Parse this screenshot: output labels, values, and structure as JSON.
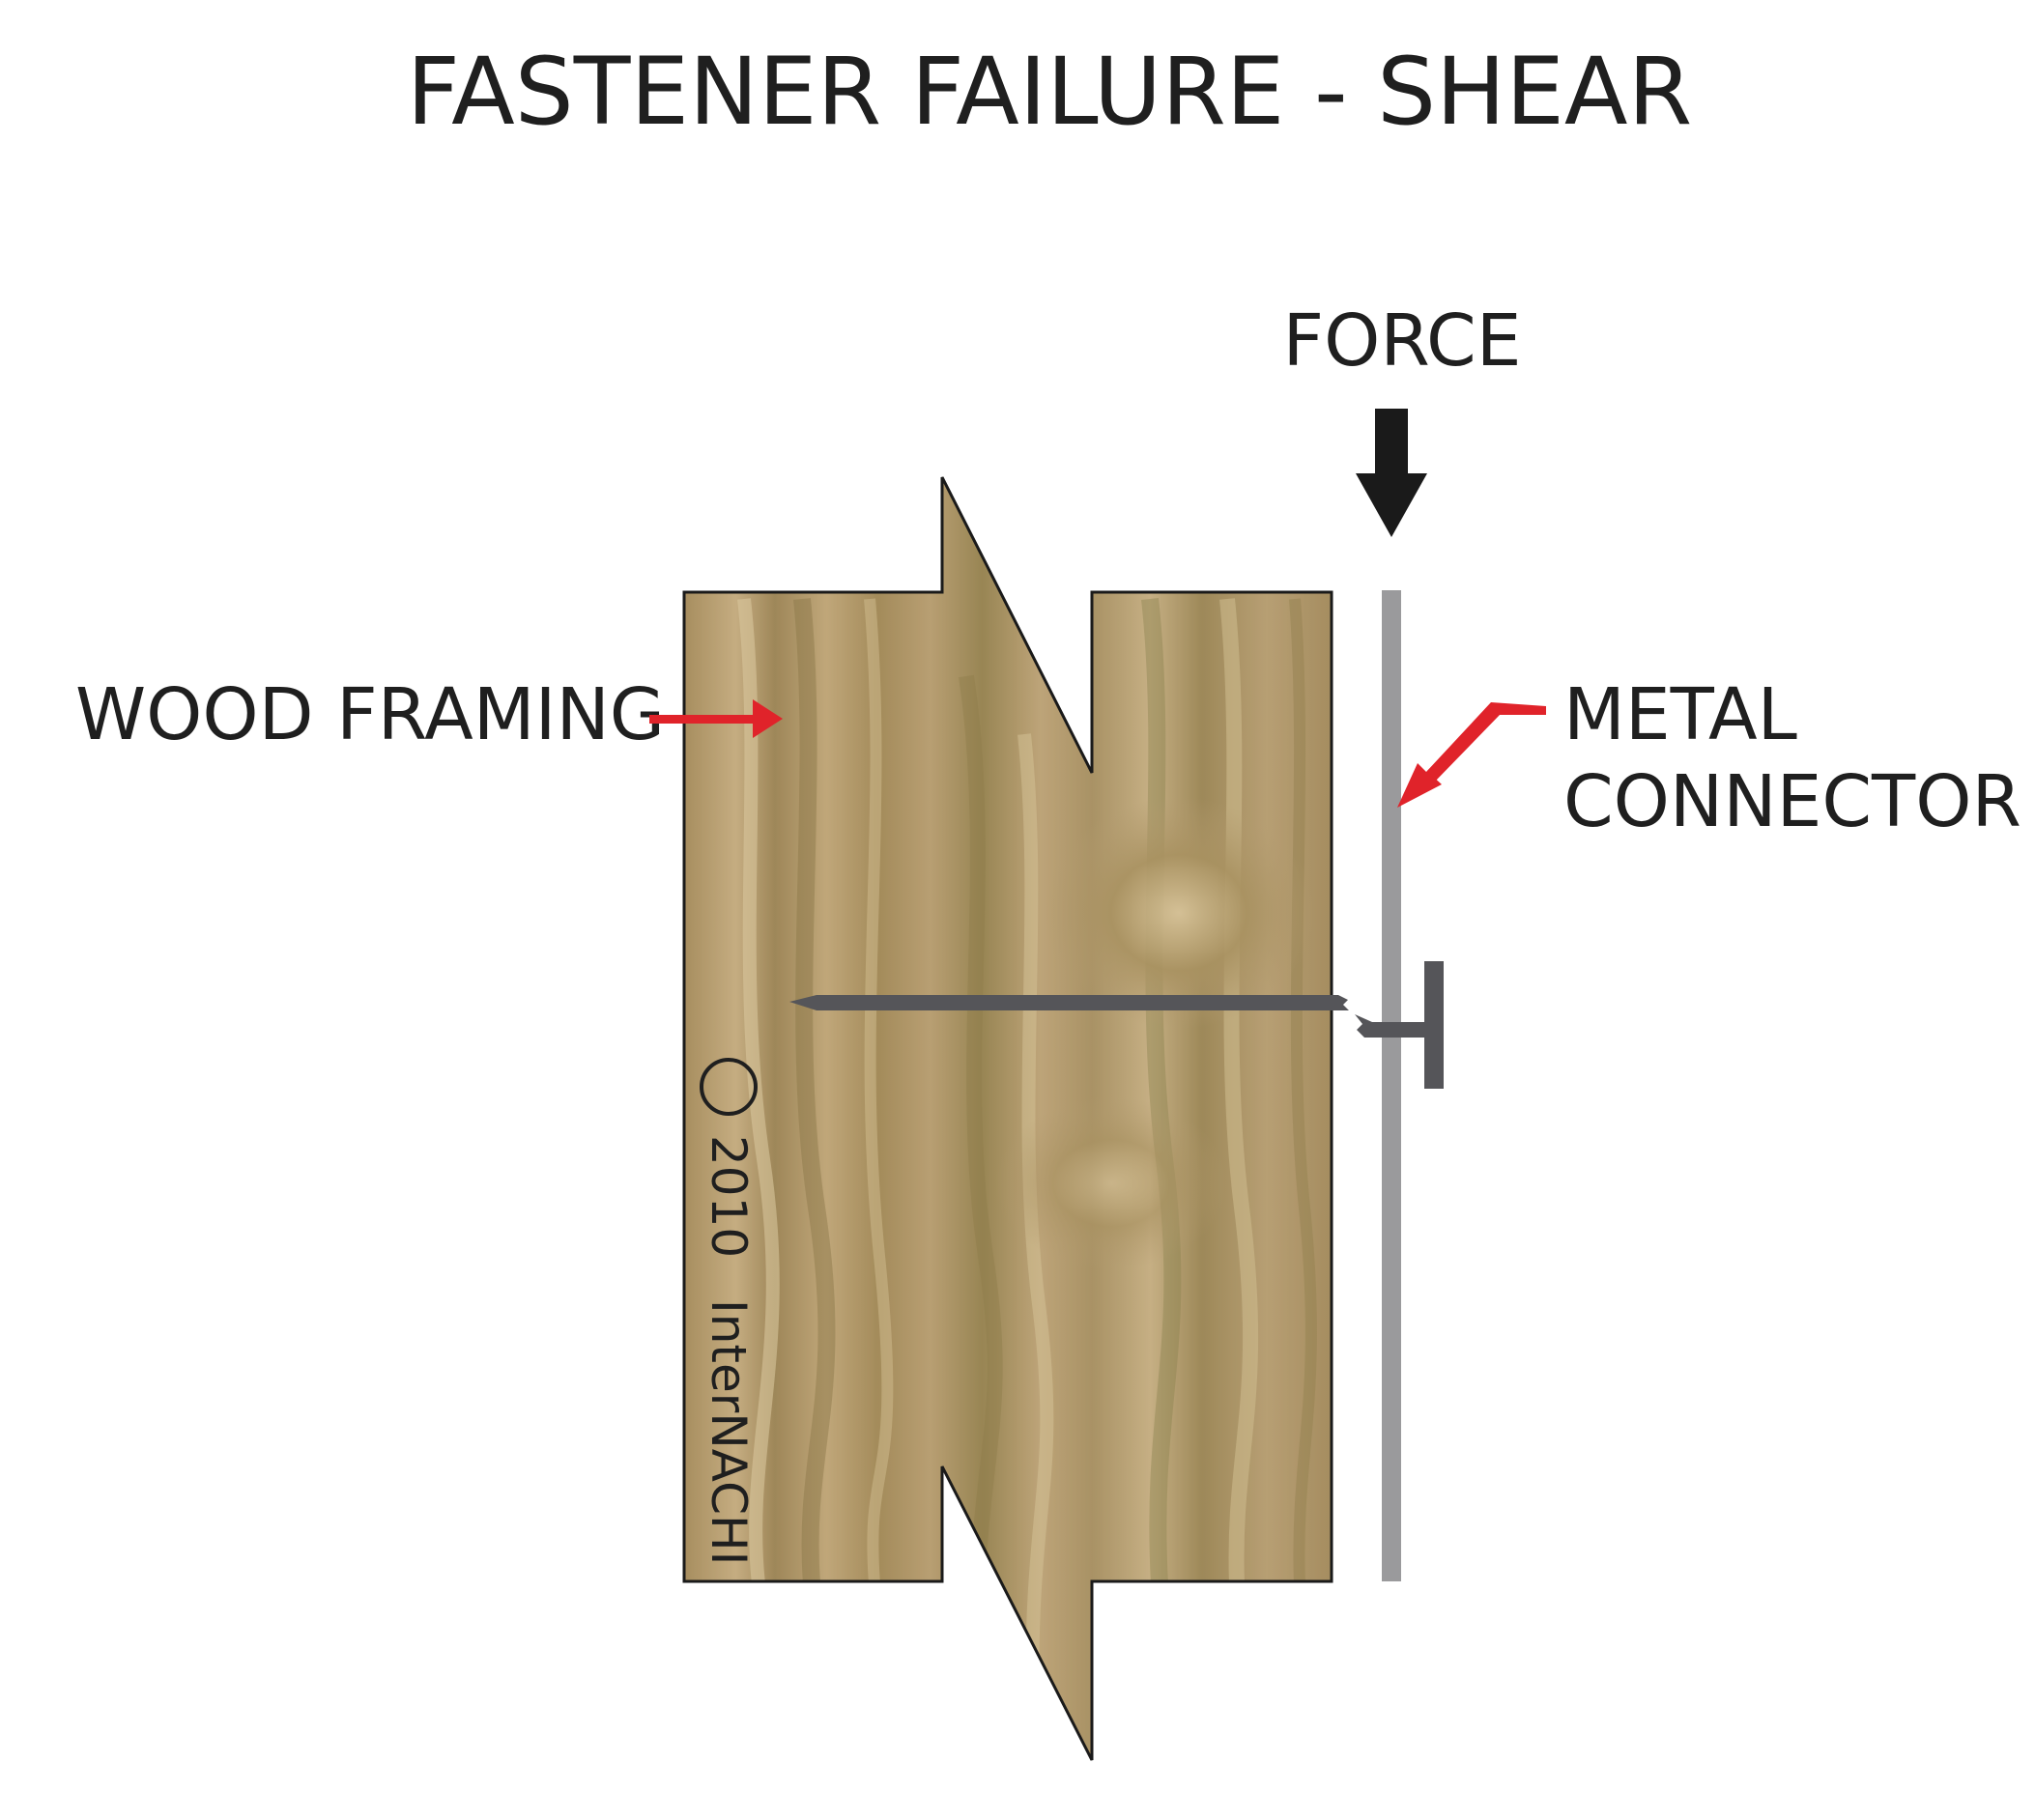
{
  "title": "FASTENER FAILURE - SHEAR",
  "labels": {
    "force": "FORCE",
    "wood_framing": "WOOD FRAMING",
    "metal_connector_line1": "METAL",
    "metal_connector_line2": "CONNECTOR"
  },
  "copyright": {
    "symbol": "©",
    "year": "2010",
    "owner": "InterNACHI"
  },
  "colors": {
    "wood_base": "#b39b6f",
    "wood_light": "#d2bd93",
    "wood_dark": "#80703f",
    "wood_outline": "#1a1a1a",
    "metal_connector": "#9a9a9c",
    "nail": "#555559",
    "force_arrow": "#1a1a1a",
    "pointer_arrow": "#e0232a",
    "text": "#1f1f1f"
  }
}
